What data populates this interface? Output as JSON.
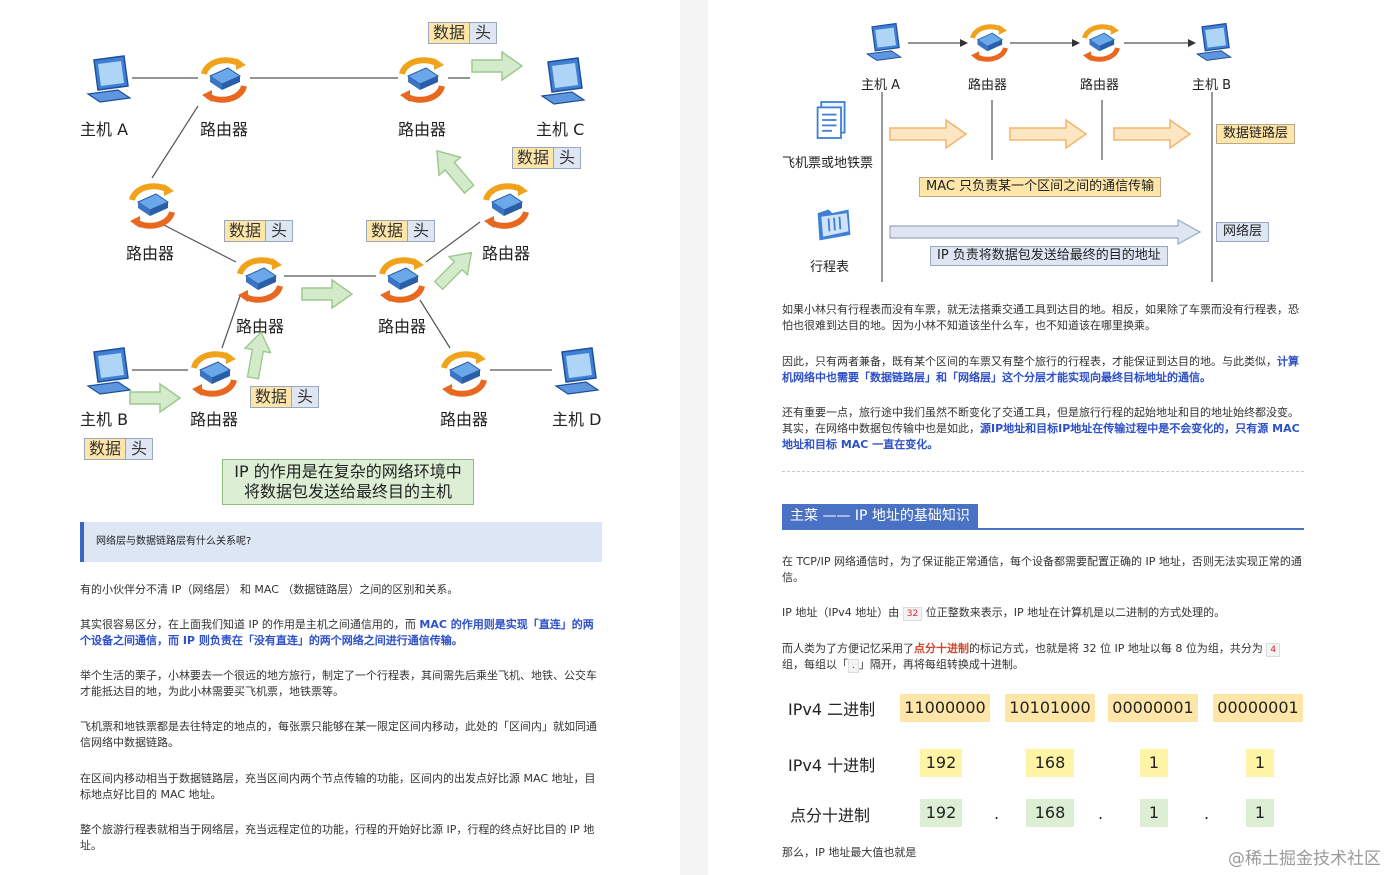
{
  "left_diagram": {
    "host_a": "主机 A",
    "host_b": "主机 B",
    "host_c": "主机 C",
    "host_d": "主机 D",
    "router": "路由器",
    "packet_data": "数据",
    "packet_head": "头",
    "callout_line1": "IP 的作用是在复杂的网络环境中",
    "callout_line2": "将数据包发送给最终目的主机"
  },
  "left_article": {
    "question": "网络层与数据链路层有什么关系呢?",
    "p1": "有的小伙伴分不清 IP（网络层） 和 MAC （数据链路层）之间的区别和关系。",
    "p2_plain": "其实很容易区分，在上面我们知道 IP 的作用是主机之间通信用的，而 ",
    "p2_hl": "MAC 的作用则是实现「直连」的两个设备之间通信，而 IP 则负责在「没有直连」的两个网络之间进行通信传输。",
    "p3": "举个生活的栗子，小林要去一个很远的地方旅行，制定了一个行程表，其间需先后乘坐飞机、地铁、公交车才能抵达目的地，为此小林需要买飞机票，地铁票等。",
    "p4": "飞机票和地铁票都是去往特定的地点的，每张票只能够在某一限定区间内移动，此处的「区间内」就如同通信网络中数据链路。",
    "p5": "在区间内移动相当于数据链路层，充当区间内两个节点传输的功能，区间内的出发点好比源 MAC 地址，目标地点好比目的 MAC 地址。",
    "p6": "整个旅游行程表就相当于网络层，充当远程定位的功能，行程的开始好比源 IP，行程的终点好比目的 IP 地址。"
  },
  "right_diagram": {
    "host_a": "主机 A",
    "router1": "路由器",
    "router2": "路由器",
    "host_b": "主机 B",
    "tickets": "飞机票或地铁票",
    "itinerary": "行程表",
    "mac_note": "MAC 只负责某一个区间之间的通信传输",
    "ip_note": "IP 负责将数据包发送给最终的目的地址",
    "layer_link": "数据链路层",
    "layer_net": "网络层"
  },
  "right_article": {
    "p1": "如果小林只有行程表而没有车票，就无法搭乘交通工具到达目的地。相反，如果除了车票而没有行程表，恐怕也很难到达目的地。因为小林不知道该坐什么车，也不知道该在哪里换乘。",
    "p2_plain": "因此，只有两者兼备，既有某个区间的车票又有整个旅行的行程表，才能保证到达目的地。与此类似，",
    "p2_hl": "计算机网络中也需要「数据链路层」和「网络层」这个分层才能实现向最终目标地址的通信。",
    "p3_plain": "还有重要一点，旅行途中我们虽然不断变化了交通工具，但是旅行行程的起始地址和目的地址始终都没变。其实，在网络中数据包传输中也是如此，",
    "p3_hl": "源IP地址和目标IP地址在传输过程中是不会变化的，只有源 MAC 地址和目标 MAC 一直在变化。",
    "section_title": "主菜 —— IP 地址的基础知识",
    "p4": "在 TCP/IP 网络通信时，为了保证能正常通信，每个设备都需要配置正确的 IP 地址，否则无法实现正常的通信。",
    "p5_a": "IP 地址（IPv4 地址）由",
    "p5_num": "32",
    "p5_b": "位正整数来表示，IP 地址在计算机是以二进制的方式处理的。",
    "p6_a": "而人类为了方便记忆采用了",
    "p6_hl": "点分十进制",
    "p6_b": "的标记方式，也就是将 32 位 IP 地址以每 8 位为组，共分为",
    "p6_num": "4",
    "p6_c": "组，每组以「",
    "p6_dot": ".",
    "p6_d": "」隔开，再将每组转换成十进制。",
    "row_bin": "IPv4 二进制",
    "row_dec": "IPv4 十进制",
    "row_dotted": "点分十进制",
    "bin": [
      "11000000",
      "10101000",
      "00000001",
      "00000001"
    ],
    "dec": [
      "192",
      "168",
      "1",
      "1"
    ],
    "dot": ".",
    "last": "那么，IP 地址最大值也就是"
  },
  "watermark": "@稀土掘金技术社区",
  "colors": {
    "accent": "#3b67c4",
    "yellow": "#fde6a8",
    "green": "#dcefd5",
    "blue_light": "#dfe6f3"
  }
}
